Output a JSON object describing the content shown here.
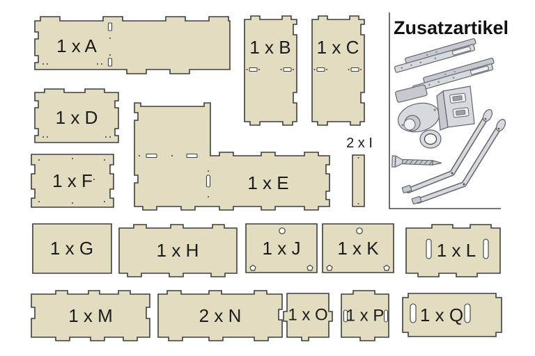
{
  "section_title": "Zusatzartikel",
  "panels": {
    "A": {
      "label": "1 x A"
    },
    "B": {
      "label": "1 x B"
    },
    "C": {
      "label": "1 x C"
    },
    "D": {
      "label": "1 x D"
    },
    "E": {
      "label": "1 x E"
    },
    "F": {
      "label": "1 x F"
    },
    "G": {
      "label": "1 x G"
    },
    "H": {
      "label": "1 x H"
    },
    "I": {
      "label": "2 x I"
    },
    "J": {
      "label": "1 x J"
    },
    "K": {
      "label": "1 x K"
    },
    "L": {
      "label": "1 x L"
    },
    "M": {
      "label": "1 x M"
    },
    "N": {
      "label": "2 x N"
    },
    "O": {
      "label": "1 x O"
    },
    "P": {
      "label": "1 x P"
    },
    "Q": {
      "label": "1 x Q"
    }
  },
  "zusatzartikel_items": [
    "drawer-slides-icon",
    "push-lock-icon",
    "striker-bracket-icon",
    "ring-icon",
    "screw-icon",
    "lid-stays-icon"
  ],
  "colors": {
    "background": "#ffffff",
    "panel_fill": "#e2ddc0",
    "panel_stroke": "#3d3d3d",
    "hardware_fill": "#d6d9dd",
    "hardware_stroke": "#5f656c",
    "label_text": "#1b1b1b"
  }
}
